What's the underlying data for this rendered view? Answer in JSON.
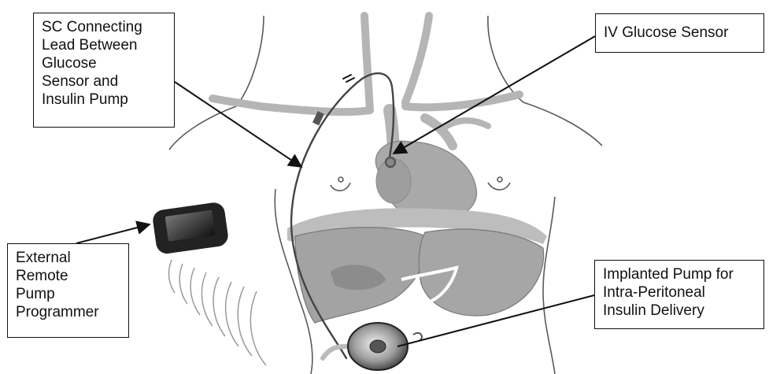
{
  "labels": {
    "sc_lead": "SC Connecting\nLead Between\nGlucose\nSensor and\nInsulin Pump",
    "iv_sensor": "IV Glucose Sensor",
    "external_programmer": "External\nRemote\nPump\nProgrammer",
    "implanted_pump": "Implanted Pump for\nIntra-Peritoneal\nInsulin Delivery"
  },
  "colors": {
    "outline": "#5a5a5a",
    "organ": "#a9a9a9",
    "organ_dark": "#8c8c8c",
    "vessel": "#b5b5b5",
    "device": "#222222",
    "arrow": "#111111"
  }
}
